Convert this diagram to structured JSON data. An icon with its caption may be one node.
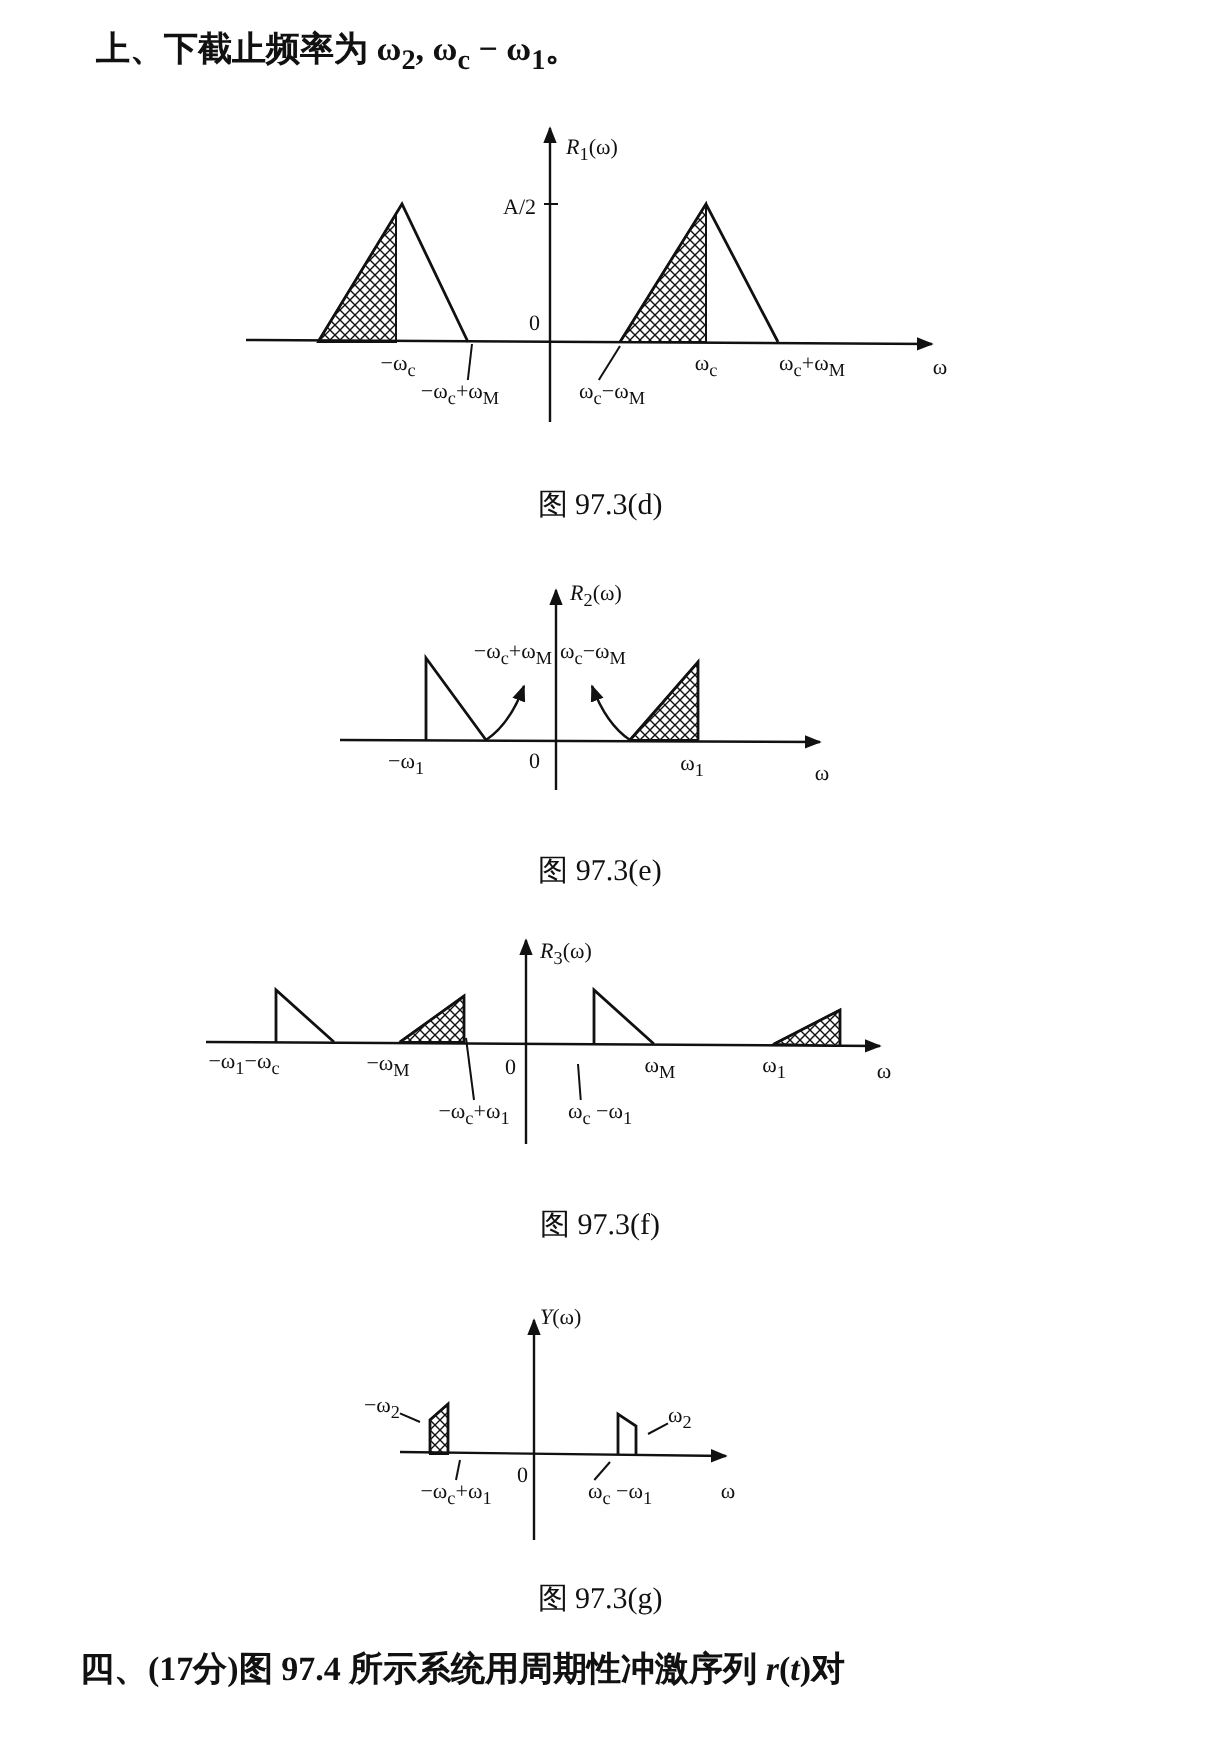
{
  "diagram": {
    "nodes": [
      {
        "text": [
          "−ω$_{c}$+ω$_{M}$"
        ]
      },
      {
        "text": [
          "ω$_{c}$−ω$_{M}$"
        ]
      },
      {
        "text": [
          "−ω$_{c}$+ω$_{1}$"
        ]
      },
      {
        "text": [
          "ω$_{c}$ −ω$_{1}$"
        ]
      },
      {
        "text": [
          "−ω$_{2}$"
        ]
      },
      {
        "text": [
          "−ω$_{c}$+ω$_{1}$"
        ]
      },
      {
        "text": [
          "ω$_{c}$ −ω$_{1}$"
        ]
      },
      {
        "text": [
          "ω$_{2}$"
        ]
      }
    ],
    "edges": [
      {
        "from": 0,
        "to": null,
        "arrow": "none"
      },
      {
        "from": 1,
        "to": null,
        "arrow": "none"
      },
      {
        "from": 2,
        "to": null,
        "arrow": "none"
      },
      {
        "from": 3,
        "to": null,
        "arrow": "none"
      },
      {
        "from": 4,
        "to": null,
        "arrow": "none"
      },
      {
        "from": 5,
        "to": null,
        "arrow": "none"
      },
      {
        "from": 6,
        "to": null,
        "arrow": "none"
      },
      {
        "from": 7,
        "to": null,
        "arrow": "none"
      }
    ],
    "labels": [
      "上、下截止频率为 ω$_{2}$, ω$_{c}$ − ω$_{1}$。",
      "*R*$_{1}$(ω)",
      "A/2",
      "0",
      "−ω$_{c}$",
      "ω$_{c}$",
      "ω$_{c}$+ω$_{M}$",
      "ω",
      "图 97.3(d)",
      "*R*$_{2}$(ω)",
      "−ω$_{c}$+ω$_{M}$",
      "ω$_{c}$−ω$_{M}$",
      "−ω$_{1}$",
      "0",
      "ω$_{1}$",
      "ω",
      "图 97.3(e)",
      "*R*$_{3}$(ω)",
      "−ω$_{1}$−ω$_{c}$",
      "−ω$_{M}$",
      "0",
      "ω$_{M}$",
      "ω$_{1}$",
      "ω",
      "图 97.3(f)",
      "*Y*(ω)",
      "0",
      "ω",
      "图 97.3(g)",
      "四、(17分)图 97.4 所示系统用周期性冲激序列 *r*(*t*)对"
    ]
  }
}
